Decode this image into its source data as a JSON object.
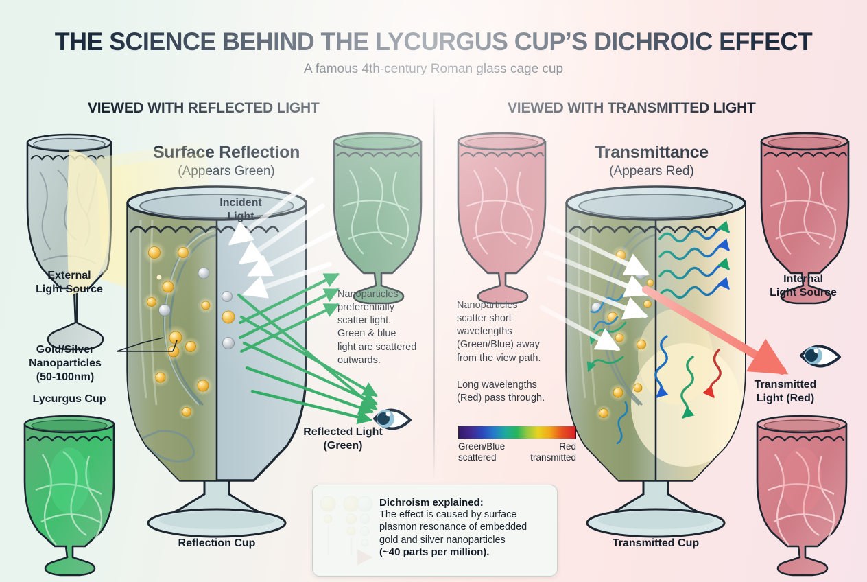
{
  "header": {
    "title": "THE SCIENCE BEHIND THE LYCURGUS CUP’S DICHROIC EFFECT",
    "subtitle": "A famous 4th-century Roman glass cage cup"
  },
  "panels": {
    "left_heading": "VIEWED WITH REFLECTED LIGHT",
    "right_heading": "VIEWED WITH TRANSMITTED LIGHT"
  },
  "left": {
    "subhead_main": "Surface Reflection",
    "subhead_sub": "(Appears Green)",
    "external_light_label_l1": "External",
    "external_light_label_l2": "Light Source",
    "nanoparticles_label_l1": "Gold/Silver",
    "nanoparticles_label_l2": "Nanoparticles",
    "nanoparticles_label_l3": "(50-100nm)",
    "lycurgus_cup_label": "Lycurgus Cup",
    "incident_light_l1": "Incident",
    "incident_light_l2": "Light",
    "scatter_note": "Nanoparticles preferentially scatter light. Green & blue light are scattered outwards.",
    "scatter_note_lines": [
      "Nanoparticles",
      "preferentially",
      "scatter light.",
      "Green & blue",
      "light are scattered",
      "outwards."
    ],
    "reflected_light_l1": "Reflected Light",
    "reflected_light_l2": "(Green)",
    "cup_caption": "Reflection Cup"
  },
  "right": {
    "subhead_main": "Transmittance",
    "subhead_sub": "(Appears Red)",
    "internal_light_label_l1": "Internal",
    "internal_light_label_l2": "Light Source",
    "scatter_note_lines": [
      "Nanoparticles",
      "scatter short",
      "wavelengths",
      "(Green/Blue) away",
      "from the view path."
    ],
    "pass_note_lines": [
      "Long wavelengths",
      "(Red) pass through."
    ],
    "transmitted_light_l1": "Transmitted",
    "transmitted_light_l2": "Light (Red)",
    "cup_caption": "Transmitted Cup"
  },
  "spectrum": {
    "left_l1": "Green/Blue",
    "left_l2": "scattered",
    "right_l1": "Red",
    "right_l2": "transmitted"
  },
  "legend": {
    "title": "Dichroism explained:",
    "line1": "The effect is caused by surface",
    "line2": "plasmon resonance of embedded",
    "line3": "gold and silver nanoparticles",
    "line4": "(~40 parts per million)."
  },
  "colors": {
    "title_color": "#1b2a3d",
    "green_arrow": "#2faa63",
    "red_arrow": "#f2756b",
    "gold_particle": "#f5c04a",
    "silver_particle": "#c9ced3",
    "glass_green": "#8d9b6e",
    "glass_red": "#cf8b92",
    "bg_left": "#e8f3ee",
    "bg_right": "#fbe6e6"
  },
  "icons": {
    "eye_left": "eye-icon",
    "eye_right": "eye-icon"
  }
}
